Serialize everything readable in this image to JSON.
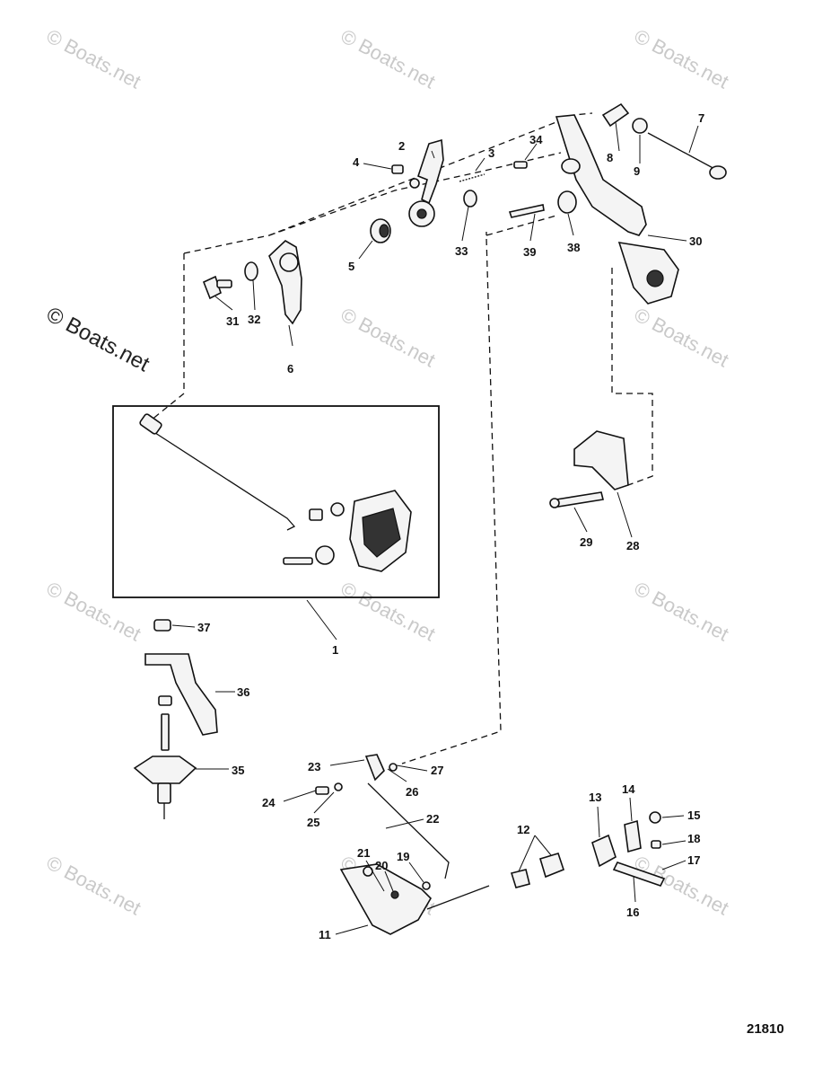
{
  "watermark": {
    "text": "© Boats.net",
    "emphasized_text": "© Boats.net"
  },
  "drawing_number": "21810",
  "callouts": [
    {
      "id": "c1",
      "label": "1"
    },
    {
      "id": "c2",
      "label": "2"
    },
    {
      "id": "c3",
      "label": "3"
    },
    {
      "id": "c4",
      "label": "4"
    },
    {
      "id": "c5",
      "label": "5"
    },
    {
      "id": "c6",
      "label": "6"
    },
    {
      "id": "c7",
      "label": "7"
    },
    {
      "id": "c8",
      "label": "8"
    },
    {
      "id": "c9",
      "label": "9"
    },
    {
      "id": "c11",
      "label": "11"
    },
    {
      "id": "c12",
      "label": "12"
    },
    {
      "id": "c13",
      "label": "13"
    },
    {
      "id": "c14",
      "label": "14"
    },
    {
      "id": "c15",
      "label": "15"
    },
    {
      "id": "c16",
      "label": "16"
    },
    {
      "id": "c17",
      "label": "17"
    },
    {
      "id": "c18",
      "label": "18"
    },
    {
      "id": "c19",
      "label": "19"
    },
    {
      "id": "c20",
      "label": "20"
    },
    {
      "id": "c21",
      "label": "21"
    },
    {
      "id": "c22",
      "label": "22"
    },
    {
      "id": "c23",
      "label": "23"
    },
    {
      "id": "c24",
      "label": "24"
    },
    {
      "id": "c25",
      "label": "25"
    },
    {
      "id": "c26",
      "label": "26"
    },
    {
      "id": "c27",
      "label": "27"
    },
    {
      "id": "c28",
      "label": "28"
    },
    {
      "id": "c29",
      "label": "29"
    },
    {
      "id": "c30",
      "label": "30"
    },
    {
      "id": "c31",
      "label": "31"
    },
    {
      "id": "c32",
      "label": "32"
    },
    {
      "id": "c33",
      "label": "33"
    },
    {
      "id": "c34",
      "label": "34"
    },
    {
      "id": "c35",
      "label": "35"
    },
    {
      "id": "c36",
      "label": "36"
    },
    {
      "id": "c37",
      "label": "37"
    },
    {
      "id": "c38",
      "label": "38"
    },
    {
      "id": "c39",
      "label": "39"
    }
  ]
}
